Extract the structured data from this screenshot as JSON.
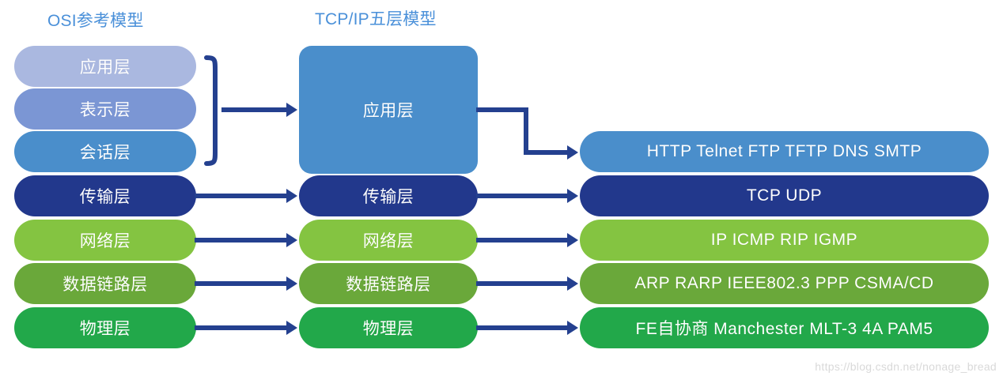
{
  "diagram": {
    "titles": {
      "osi": "OSI参考模型",
      "tcpip": "TCP/IP五层模型"
    },
    "osi_layers": [
      {
        "label": "应用层",
        "color": "#aab8e0"
      },
      {
        "label": "表示层",
        "color": "#7b96d4"
      },
      {
        "label": "会话层",
        "color": "#4a8ecb"
      },
      {
        "label": "传输层",
        "color": "#22388c"
      },
      {
        "label": "网络层",
        "color": "#84c441"
      },
      {
        "label": "数据链路层",
        "color": "#6aa83a"
      },
      {
        "label": "物理层",
        "color": "#22a84a"
      }
    ],
    "tcpip_layers": [
      {
        "label": "应用层",
        "color": "#4a8ecb"
      },
      {
        "label": "传输层",
        "color": "#22388c"
      },
      {
        "label": "网络层",
        "color": "#84c441"
      },
      {
        "label": "数据链路层",
        "color": "#6aa83a"
      },
      {
        "label": "物理层",
        "color": "#22a84a"
      }
    ],
    "protocol_rows": [
      {
        "label": "HTTP Telnet FTP TFTP DNS SMTP",
        "color": "#4a8ecb"
      },
      {
        "label": "TCP     UDP",
        "color": "#22388c"
      },
      {
        "label": "IP ICMP RIP IGMP",
        "color": "#84c441"
      },
      {
        "label": "ARP RARP IEEE802.3 PPP CSMA/CD",
        "color": "#6aa83a"
      },
      {
        "label": "FE自协商 Manchester MLT-3 4A PAM5",
        "color": "#22a84a"
      }
    ],
    "connector_color": "#24408f",
    "title_color": "#4a90d9",
    "watermark": "https://blog.csdn.net/nonage_bread"
  }
}
